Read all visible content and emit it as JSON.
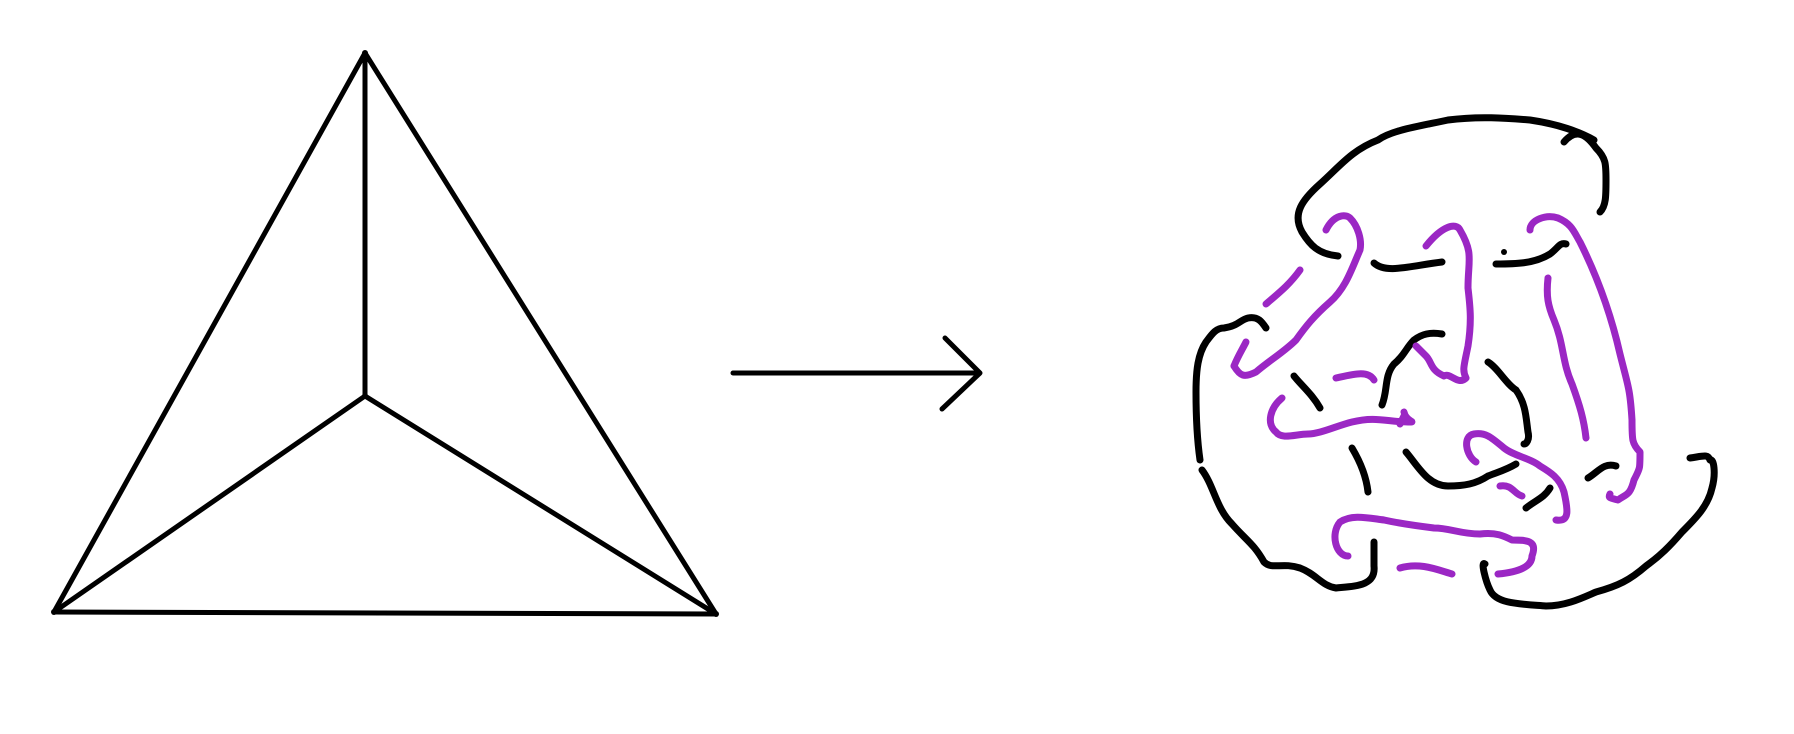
{
  "colors": {
    "background": "#ffffff",
    "ink": "#000000",
    "accent": "#9b27c4"
  },
  "figure": {
    "left_graph": "tetrahedron-graph",
    "connector": "arrow",
    "right_graph": "tangled-closed-curve-drawing"
  }
}
